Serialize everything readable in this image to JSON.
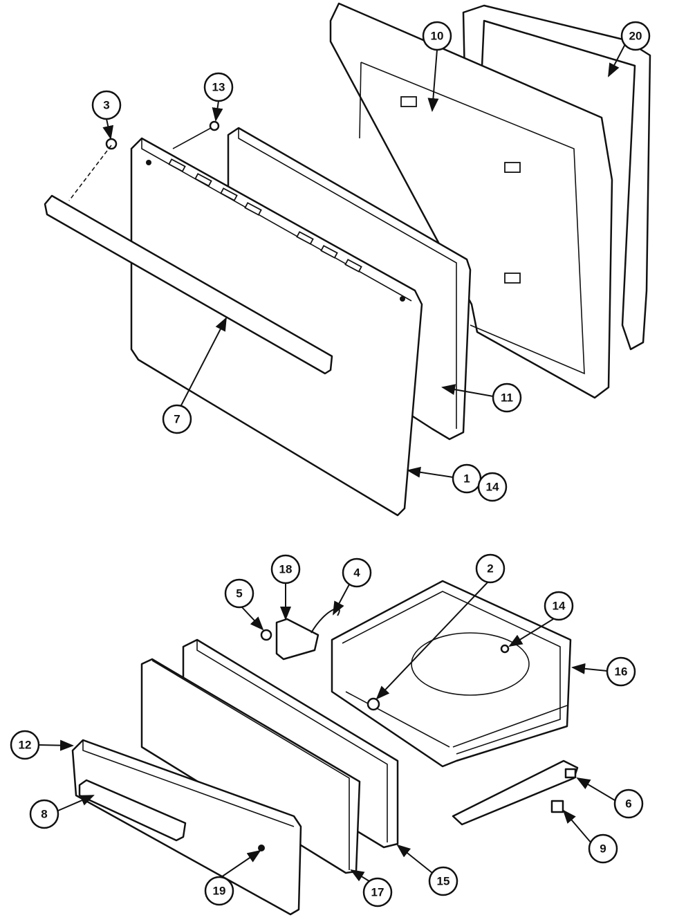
{
  "diagram": {
    "title": "Oven door and drawer exploded parts diagram",
    "callouts": {
      "c3": "3",
      "c13": "13",
      "c10": "10",
      "c20": "20",
      "c7": "7",
      "c11": "11",
      "c1": "1",
      "c14a": "14",
      "c18": "18",
      "c4": "4",
      "c2": "2",
      "c5": "5",
      "c14b": "14",
      "c16": "16",
      "c12": "12",
      "c8": "8",
      "c6": "6",
      "c9": "9",
      "c19": "19",
      "c17": "17",
      "c15": "15"
    }
  }
}
